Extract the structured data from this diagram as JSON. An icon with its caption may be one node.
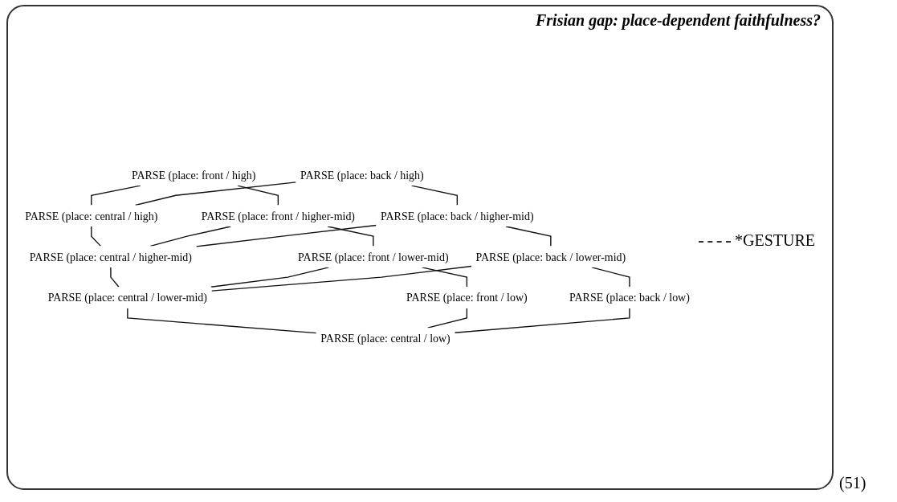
{
  "diagram": {
    "title": "Frisian gap: place-dependent faithfulness?",
    "nodes": [
      {
        "text": [
          "PARSE (place: front / high)"
        ]
      },
      {
        "text": [
          "PARSE (place: back / high)"
        ]
      },
      {
        "text": [
          "PARSE (place: central / high)"
        ]
      },
      {
        "text": [
          "PARSE (place: front / higher-mid)"
        ]
      },
      {
        "text": [
          "PARSE (place: back / higher-mid)"
        ]
      },
      {
        "text": [
          "PARSE (place: central / higher-mid)"
        ]
      },
      {
        "text": [
          "PARSE (place: front / lower-mid)"
        ]
      },
      {
        "text": [
          "PARSE (place: back / lower-mid)"
        ]
      },
      {
        "text": [
          "PARSE (place: central / lower-mid)"
        ]
      },
      {
        "text": [
          "PARSE (place: front / low)"
        ]
      },
      {
        "text": [
          "PARSE (place: back / low)"
        ]
      },
      {
        "text": [
          "PARSE (place: central / low)"
        ]
      }
    ],
    "edges": [
      {
        "from": 0,
        "to": 2,
        "arrow": "none"
      },
      {
        "from": 1,
        "to": 2,
        "arrow": "none"
      },
      {
        "from": 0,
        "to": 3,
        "arrow": "none"
      },
      {
        "from": 1,
        "to": 4,
        "arrow": "none"
      },
      {
        "from": 2,
        "to": 5,
        "arrow": "none"
      },
      {
        "from": 3,
        "to": 5,
        "arrow": "none"
      },
      {
        "from": 4,
        "to": 5,
        "arrow": "none"
      },
      {
        "from": 3,
        "to": 6,
        "arrow": "none"
      },
      {
        "from": 4,
        "to": 7,
        "arrow": "none"
      },
      {
        "from": 5,
        "to": 8,
        "arrow": "none"
      },
      {
        "from": 6,
        "to": 8,
        "arrow": "none"
      },
      {
        "from": 7,
        "to": 8,
        "arrow": "none"
      },
      {
        "from": 6,
        "to": 9,
        "arrow": "none"
      },
      {
        "from": 7,
        "to": 10,
        "arrow": "none"
      },
      {
        "from": 8,
        "to": 11,
        "arrow": "none"
      },
      {
        "from": 9,
        "to": 11,
        "arrow": "none"
      },
      {
        "from": 10,
        "to": 11,
        "arrow": "none"
      }
    ],
    "labels": [
      "*GESTURE",
      "(51)"
    ]
  }
}
